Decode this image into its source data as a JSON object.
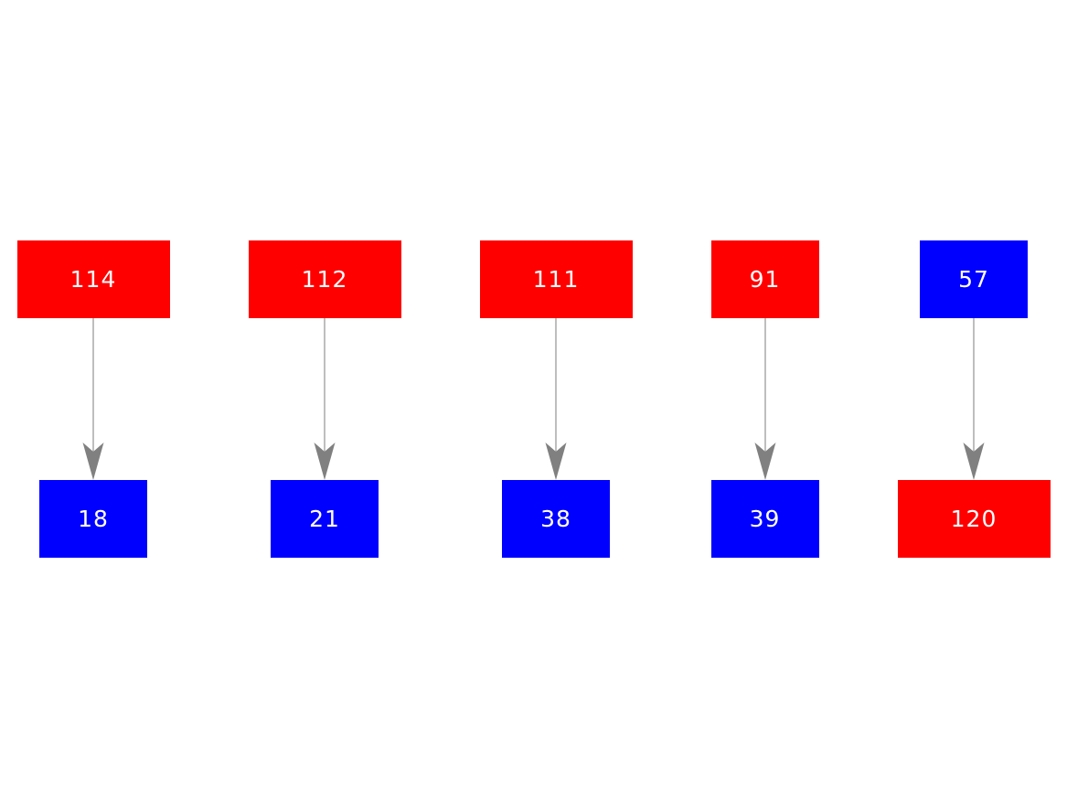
{
  "diagram": {
    "background": "#ffffff",
    "node_text_color": "#ffffff",
    "colors": {
      "red": "#ff0000",
      "blue": "#0000ff",
      "arrow_line": "#a3a3a3",
      "arrow_head": "#808080"
    },
    "pairs": [
      {
        "top": {
          "label": "114",
          "color": "red"
        },
        "bottom": {
          "label": "18",
          "color": "blue"
        }
      },
      {
        "top": {
          "label": "112",
          "color": "red"
        },
        "bottom": {
          "label": "21",
          "color": "blue"
        }
      },
      {
        "top": {
          "label": "111",
          "color": "red"
        },
        "bottom": {
          "label": "38",
          "color": "blue"
        }
      },
      {
        "top": {
          "label": "91",
          "color": "red"
        },
        "bottom": {
          "label": "39",
          "color": "blue"
        }
      },
      {
        "top": {
          "label": "57",
          "color": "blue"
        },
        "bottom": {
          "label": "120",
          "color": "red"
        }
      }
    ]
  }
}
